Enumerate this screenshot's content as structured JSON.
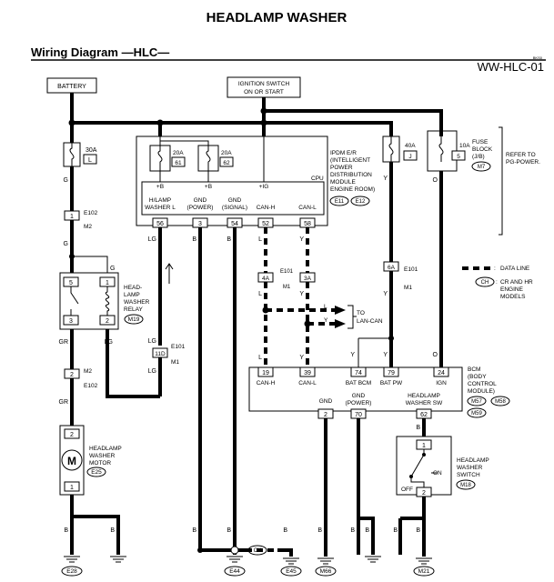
{
  "header": {
    "title": "HEADLAMP WASHER",
    "subtitle": "Wiring Diagram —HLC—",
    "page_code": "WW-HLC-01",
    "tiny_code": "BKS0"
  },
  "components": {
    "battery": "BATTERY",
    "ignition": [
      "IGNITION SWITCH",
      "ON OR START"
    ],
    "fuse_30a": [
      "30A",
      "L"
    ],
    "fuse_20a_61": [
      "20A",
      "61"
    ],
    "fuse_20a_62": [
      "20A",
      "62"
    ],
    "fuse_40a": [
      "40A",
      "J"
    ],
    "fuse_10a": [
      "10A",
      "5"
    ],
    "fuse_block": [
      "FUSE",
      "BLOCK",
      "(J/B)",
      "M7"
    ],
    "refer": [
      "REFER TO",
      "PG-POWER."
    ],
    "ipdm": [
      "IPDM E/R",
      "(INTELLIGENT",
      "POWER",
      "DISTRIBUTION",
      "MODULE",
      "ENGINE ROOM)",
      "E11",
      "E12"
    ],
    "cpu": "CPU",
    "ipdm_terminals": [
      "H/LAMP WASHER L",
      "GND (POWER)",
      "GND (SIGNAL)",
      "CAN-H",
      "CAN-L"
    ],
    "ipdm_pins": [
      "56",
      "3",
      "54",
      "52",
      "58"
    ],
    "ipdm_power": [
      "+B",
      "+B",
      "+IG"
    ],
    "relay": [
      "HEAD-",
      "LAMP",
      "WASHER",
      "RELAY",
      "M19"
    ],
    "relay_pins": [
      "5",
      "1",
      "3",
      "2"
    ],
    "motor": [
      "HEADLAMP",
      "WASHER",
      "MOTOR",
      "E25"
    ],
    "motor_pins": [
      "2",
      "1"
    ],
    "bcm": [
      "BCM",
      "(BODY",
      "CONTROL",
      "MODULE)",
      "M57",
      "M58",
      "M59"
    ],
    "bcm_terminals": [
      "CAN-H",
      "CAN-L",
      "BAT BCM",
      "BAT PW",
      "IGN"
    ],
    "bcm_pins": [
      "19",
      "39",
      "74",
      "79",
      "24"
    ],
    "bcm_bottom_terminals": [
      "GND",
      "GND (POWER)",
      "HEADLAMP WASHER SW"
    ],
    "bcm_bottom_pins": [
      "2",
      "70",
      "62"
    ],
    "switch": [
      "HEADLAMP",
      "WASHER",
      "SWITCH",
      "M18"
    ],
    "switch_states": [
      "ON",
      "OFF"
    ],
    "switch_pins": [
      "1",
      "2"
    ],
    "to_lan": [
      "TO",
      "LAN-CAN"
    ],
    "legend": [
      "DATA LINE",
      "CR AND HR",
      "ENGINE",
      "MODELS"
    ],
    "legend_symbol": "CH",
    "connectors": {
      "e102a": "E102",
      "m2a": "M2",
      "m2b": "M2",
      "e102b": "E102",
      "e101a": "E101",
      "m1a": "M1",
      "e101b": "E101",
      "m1b": "M1",
      "e101c": "E101",
      "m1c": "M1",
      "11d": "11D",
      "4a": "4A",
      "3a": "3A",
      "6a": "6A"
    },
    "grounds": [
      "E28",
      "E44",
      "E45",
      "M66",
      "M21"
    ],
    "wire_colors": {
      "g": "G",
      "gr": "GR",
      "lg": "LG",
      "b": "B",
      "l": "L",
      "y": "Y",
      "o": "O"
    }
  }
}
